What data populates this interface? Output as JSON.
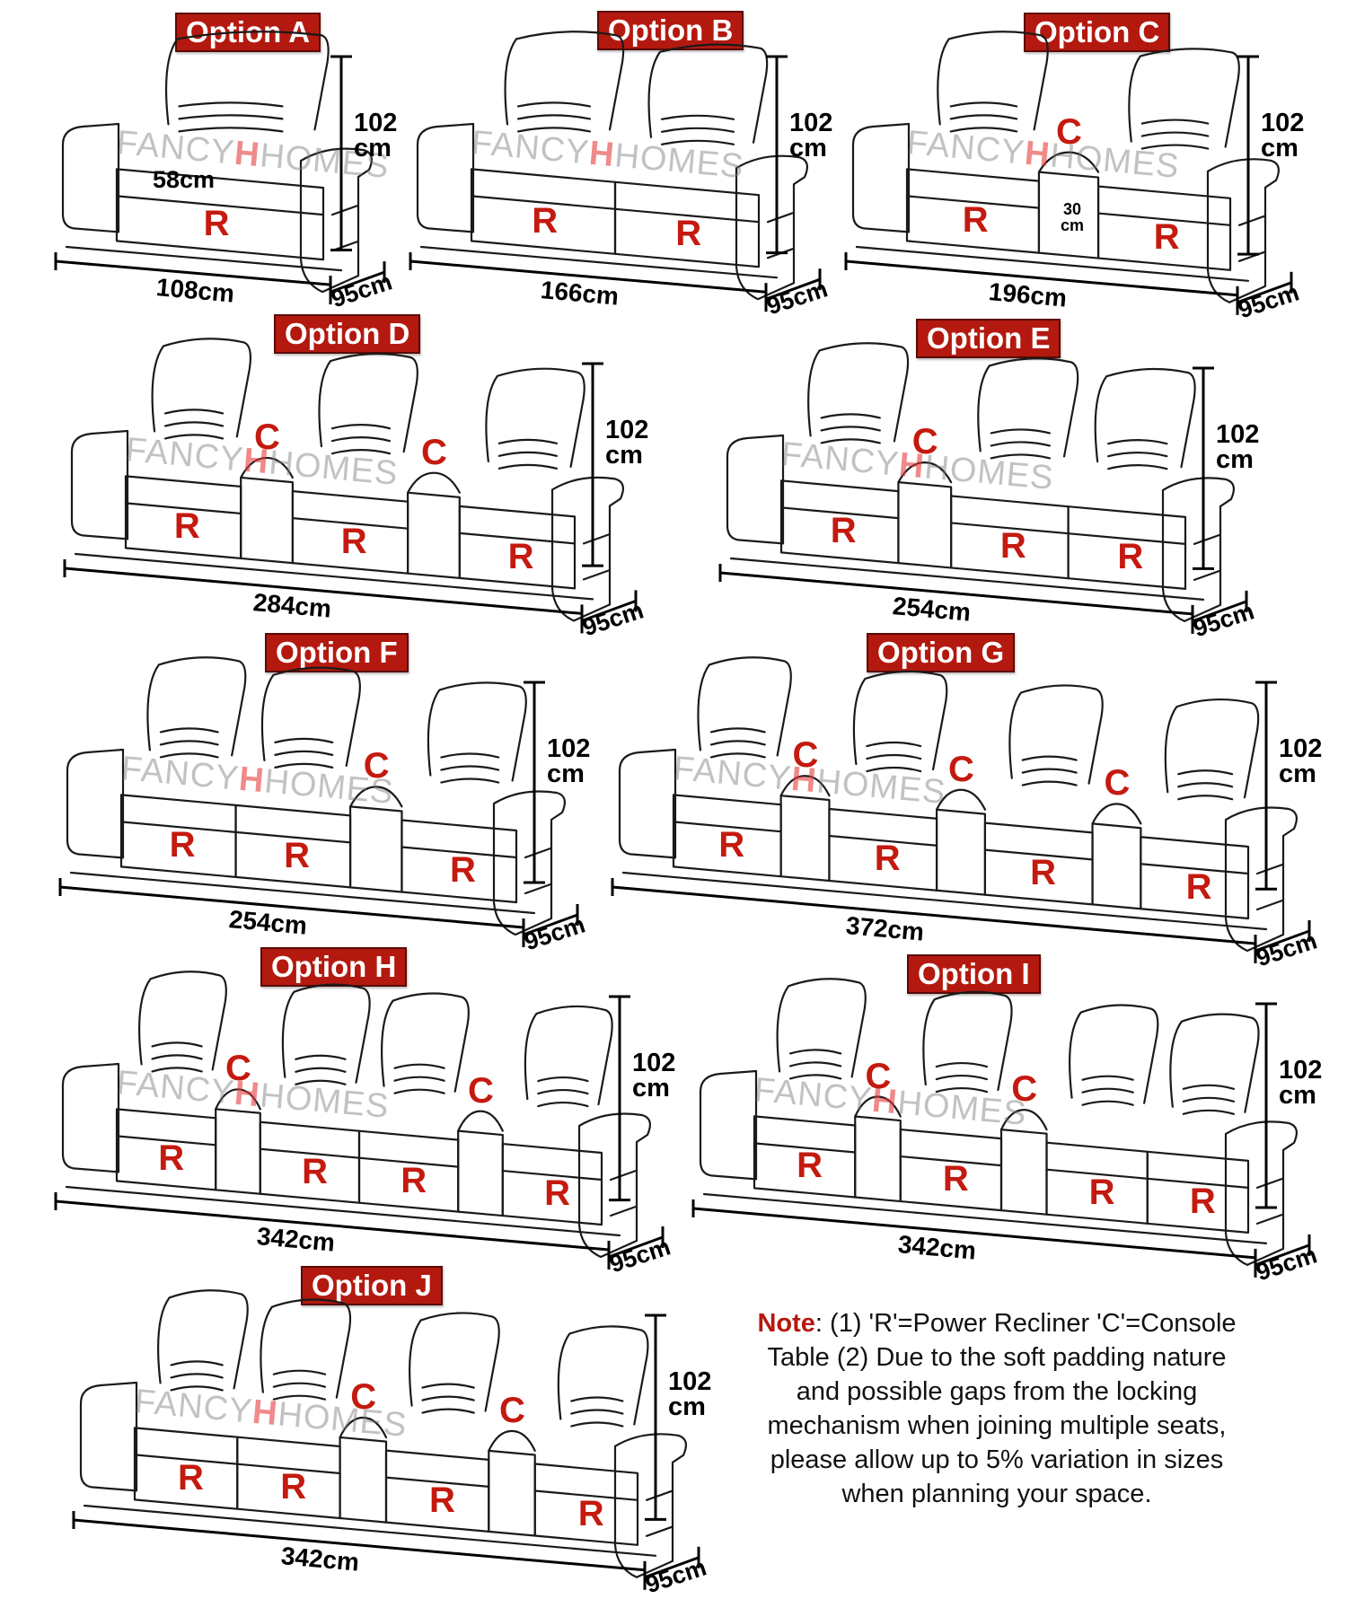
{
  "watermark": {
    "left": "FANCY",
    "mark": "H",
    "right": "HOMES"
  },
  "legend": {
    "note_label": "Note",
    "note_text": ": (1) 'R'=Power Recliner 'C'=Console Table (2) Due to the soft padding nature and possible gaps from the locking mechanism when joining multiple seats, please allow up to 5% variation in sizes when planning your space."
  },
  "colors": {
    "badge": "#b3190f",
    "seat_letter": "#c41a0f",
    "outline": "#1a1a1a"
  },
  "options": [
    {
      "title": "Option A",
      "modules": [
        "R"
      ],
      "width": "108cm",
      "depth": "95cm",
      "height_value": "102",
      "height_unit": "cm",
      "seat_width": "58cm"
    },
    {
      "title": "Option B",
      "modules": [
        "R",
        "R"
      ],
      "width": "166cm",
      "depth": "95cm",
      "height_value": "102",
      "height_unit": "cm"
    },
    {
      "title": "Option C",
      "modules": [
        "R",
        "C",
        "R"
      ],
      "width": "196cm",
      "depth": "95cm",
      "height_value": "102",
      "height_unit": "cm",
      "console_width_value": "30",
      "console_width_unit": "cm"
    },
    {
      "title": "Option D",
      "modules": [
        "R",
        "C",
        "R",
        "C",
        "R"
      ],
      "width": "284cm",
      "depth": "95cm",
      "height_value": "102",
      "height_unit": "cm"
    },
    {
      "title": "Option E",
      "modules": [
        "R",
        "C",
        "R",
        "R"
      ],
      "width": "254cm",
      "depth": "95cm",
      "height_value": "102",
      "height_unit": "cm"
    },
    {
      "title": "Option F",
      "modules": [
        "R",
        "R",
        "C",
        "R"
      ],
      "width": "254cm",
      "depth": "95cm",
      "height_value": "102",
      "height_unit": "cm"
    },
    {
      "title": "Option G",
      "modules": [
        "R",
        "C",
        "R",
        "C",
        "R",
        "C",
        "R"
      ],
      "width": "372cm",
      "depth": "95cm",
      "height_value": "102",
      "height_unit": "cm"
    },
    {
      "title": "Option H",
      "modules": [
        "R",
        "C",
        "R",
        "R",
        "C",
        "R"
      ],
      "width": "342cm",
      "depth": "95cm",
      "height_value": "102",
      "height_unit": "cm"
    },
    {
      "title": "Option I",
      "modules": [
        "R",
        "C",
        "R",
        "C",
        "R",
        "R"
      ],
      "width": "342cm",
      "depth": "95cm",
      "height_value": "102",
      "height_unit": "cm"
    },
    {
      "title": "Option J",
      "modules": [
        "R",
        "R",
        "C",
        "R",
        "C",
        "R"
      ],
      "width": "342cm",
      "depth": "95cm",
      "height_value": "102",
      "height_unit": "cm"
    }
  ]
}
